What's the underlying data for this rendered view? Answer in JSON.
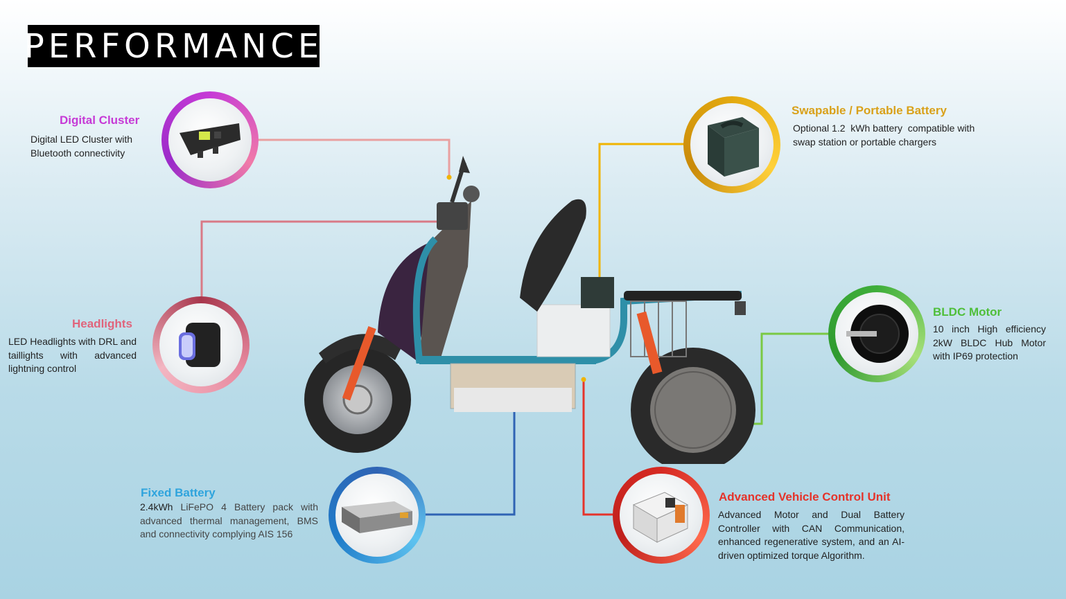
{
  "title": "PERFORMANCE",
  "colors": {
    "digital_cluster": "#c63ad6",
    "headlights": "#e0647c",
    "fixed_battery": "#2fa4dd",
    "battery_swap": "#d9a11a",
    "bldc_motor": "#4fbf3a",
    "vcu": "#e5332a"
  },
  "features": {
    "digital_cluster": {
      "heading": "Digital Cluster",
      "description": "Digital LED Cluster with Bluetooth connectivity",
      "icon": "digital-cluster-icon"
    },
    "headlights": {
      "heading": "Headlights",
      "description": "LED Headlights with DRL and taillights with advanced lightning control",
      "icon": "headlight-icon"
    },
    "fixed_battery": {
      "heading": "Fixed Battery",
      "description_bold": "2.4kWh",
      "description": " LiFePO 4 Battery pack with advanced thermal management, BMS and connectivity complying AIS 156",
      "icon": "battery-pack-icon"
    },
    "swappable_battery": {
      "heading": "Swapable / Portable Battery",
      "description": "Optional 1.2  kWh battery  compatible with swap station or portable chargers",
      "icon": "portable-battery-icon"
    },
    "bldc_motor": {
      "heading": "BLDC Motor",
      "description": "10 inch High efficiency 2kW BLDC Hub Motor with IP69 protection",
      "icon": "hub-motor-icon"
    },
    "vcu": {
      "heading": "Advanced Vehicle Control Unit",
      "description": "Advanced Motor and Dual Battery Controller with CAN Communication, enhanced regenerative system, and an AI-driven optimized torque Algorithm.",
      "icon": "control-unit-icon"
    }
  },
  "scooter_icon": "electric-scooter-illustration"
}
